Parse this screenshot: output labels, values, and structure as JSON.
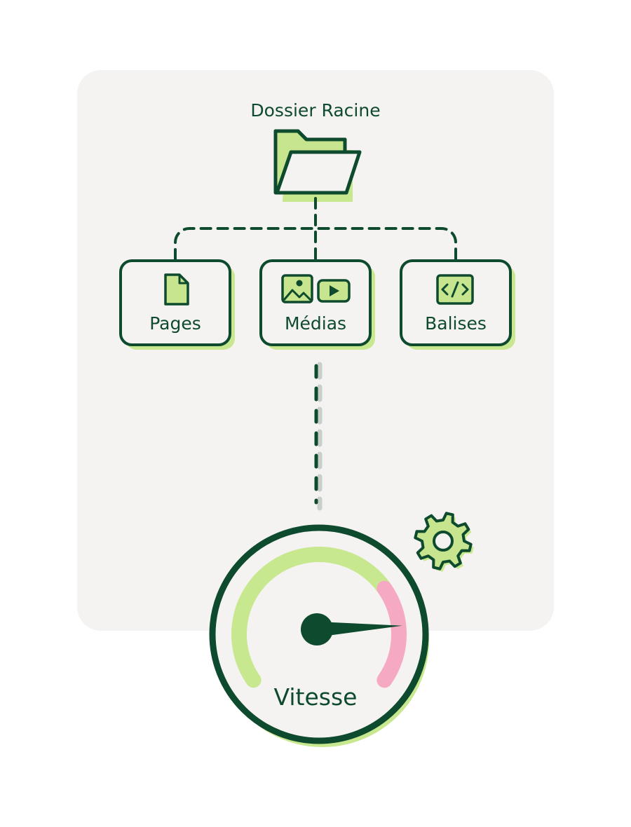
{
  "root": {
    "label": "Dossier Racine",
    "icon": "folder-open-icon"
  },
  "children": [
    {
      "id": "pages",
      "label": "Pages",
      "icons": [
        "document-icon"
      ]
    },
    {
      "id": "medias",
      "label": "Médias",
      "icons": [
        "image-icon",
        "video-play-icon"
      ]
    },
    {
      "id": "balises",
      "label": "Balises",
      "icons": [
        "code-tag-icon"
      ]
    }
  ],
  "gauge": {
    "label": "Vitesse",
    "needle_level": 0.85
  },
  "decoration": {
    "icon": "gear-icon"
  },
  "colors": {
    "panel_bg": "#f5f3f1",
    "stroke_dark": "#0e4a2d",
    "accent_green": "#c8e88f",
    "fill_green": "#c7e58e",
    "danger_pink": "#f6a9c2"
  }
}
